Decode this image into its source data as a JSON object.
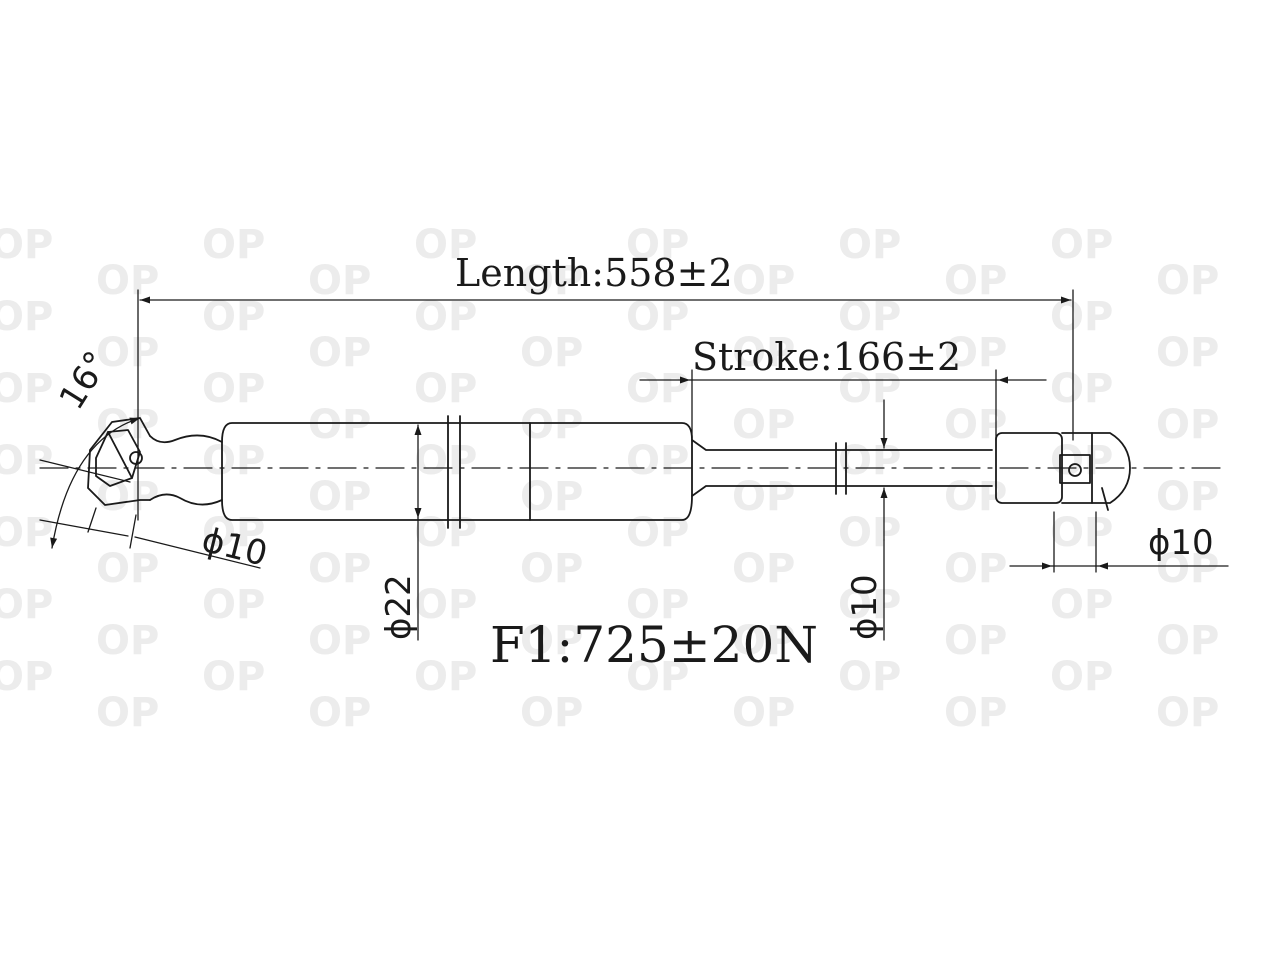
{
  "watermark": {
    "text": "OP",
    "color": "#ececec"
  },
  "dimensions": {
    "length": "Length:558±2",
    "stroke": "Stroke:166±2",
    "angle": "16°",
    "eye_left": "ϕ10",
    "eye_right": "ϕ10",
    "body_diameter": "ϕ22",
    "rod_diameter": "ϕ10",
    "force": "F1:725±20N"
  },
  "colors": {
    "line": "#1a1a1a",
    "background": "#ffffff"
  }
}
